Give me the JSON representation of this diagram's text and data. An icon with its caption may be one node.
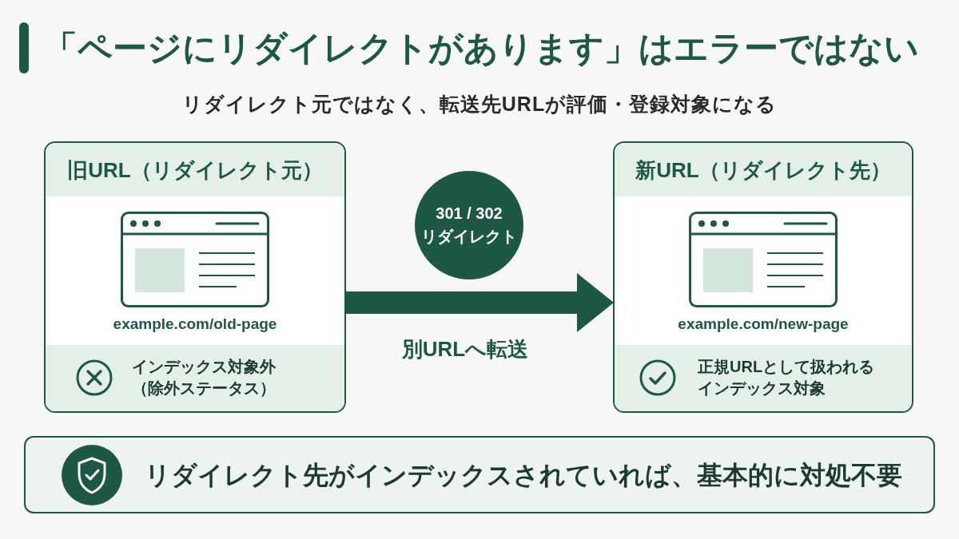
{
  "diagram": {
    "title": "「ページにリダイレクトがあります」はエラーではない",
    "nodes": [
      {
        "text": [
          "旧URL（リダイレクト元）",
          "example.com/old-page",
          "インデックス対象外（除外ステータス）"
        ]
      },
      {
        "text": [
          "301 / 302 リダイレクト"
        ]
      },
      {
        "text": [
          "新URL（リダイレクト先）",
          "example.com/new-page",
          "正規URLとして扱われるインデックス対象"
        ]
      },
      {
        "text": [
          "リダイレクト先がインデックスされていれば、基本的に対処不要"
        ]
      }
    ],
    "edges": [
      {
        "from": 0,
        "to": 2,
        "arrow": "to",
        "label": "別URLへ転送"
      }
    ],
    "labels": [
      "リダイレクト元ではなく、転送先URLが評価・登録対象になる"
    ]
  }
}
